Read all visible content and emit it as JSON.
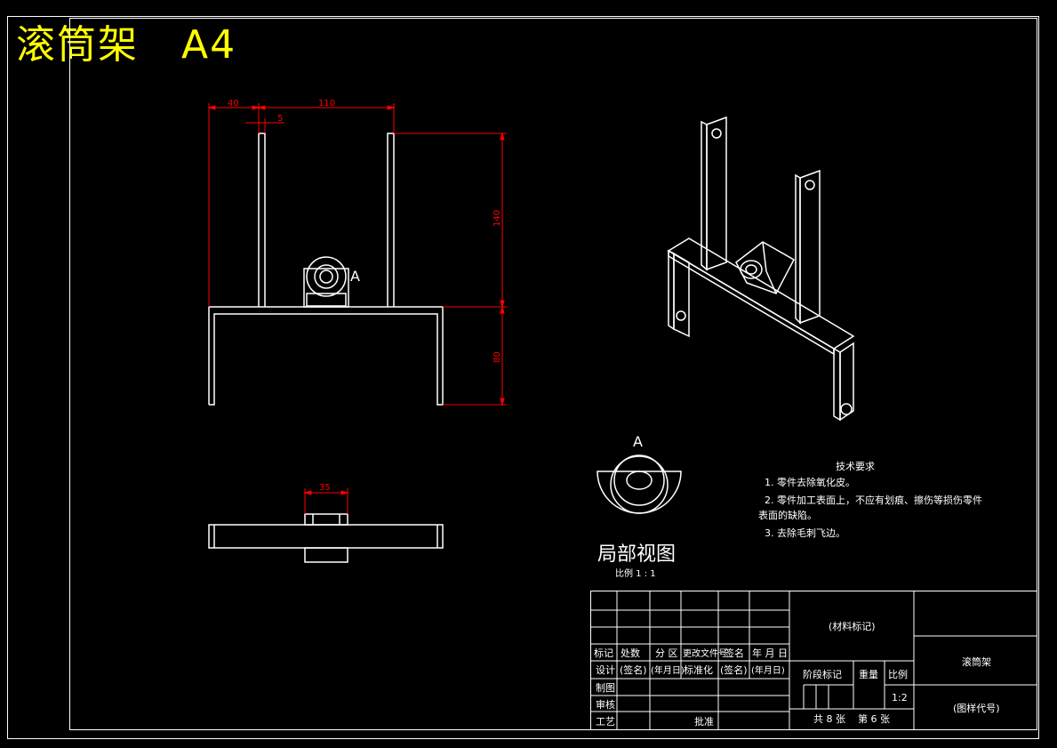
{
  "header": {
    "title": "滚筒架",
    "size": "A4"
  },
  "dimensions": {
    "d40": "40",
    "d110": "110",
    "d5": "5",
    "d140": "140",
    "d80": "80",
    "d35": "35"
  },
  "view_labels": {
    "a_marker": "A",
    "a_marker_detail": "A"
  },
  "detail_view": {
    "title": "局部视图",
    "scale": "比例  1 : 1"
  },
  "tech_requirements": {
    "title": "技术要求",
    "items": [
      "1. 零件去除氧化皮。",
      "2. 零件加工表面上，不应有划痕、擦伤等损伤零件",
      "表面的缺陷。",
      "3. 去除毛刺飞边。"
    ]
  },
  "title_block": {
    "material_mark": "(材料标记)",
    "part_name": "滚筒架",
    "drawing_code": "(图样代号)",
    "row_headers": [
      "标记",
      "处数",
      "分  区",
      "更改文件号",
      "签名",
      "年 月 日"
    ],
    "design_row": [
      "设计",
      "(签名)",
      "(年月日)",
      "标准化",
      "(签名)",
      "(年月日)"
    ],
    "draw_label": "制图",
    "review_label": "审核",
    "process_label": "工艺",
    "approve_label": "批准",
    "stage_label": "阶段标记",
    "weight_label": "重量",
    "scale_label": "比例",
    "scale_value": "1:2",
    "sheets_total": "共 8 张",
    "sheet_no": "第 6 张"
  },
  "colors": {
    "background": "#000000",
    "line": "#ffffff",
    "dimension": "#ff0000",
    "title": "#ffff00"
  }
}
